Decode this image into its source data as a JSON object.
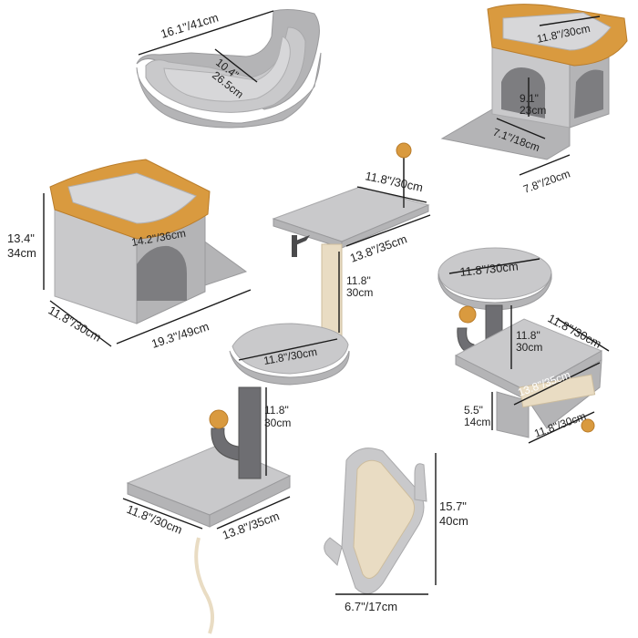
{
  "colors": {
    "plush": "#c9c9cb",
    "plush_dark": "#b4b4b6",
    "accent_orange": "#d99a3f",
    "sisal": "#e9dcc3"
  },
  "labels": {
    "bed_width": "16.1\"/41cm",
    "bed_depth_in": "10.4\"",
    "bed_depth_cm": "26.5cm",
    "condo_top_width": "11.8\"/30cm",
    "condo_door_height_in": "9.1\"",
    "condo_door_height_cm": "23cm",
    "condo_door_width": "7.1\"/18cm",
    "condo_base_depth": "7.8\"/20cm",
    "house_height_in": "13.4\"",
    "house_height_cm": "34cm",
    "house_top": "14.2\"/36cm",
    "house_depth": "11.8\"/30cm",
    "house_base_width": "19.3\"/49cm",
    "shelf_top_width": "11.8\"/30cm",
    "shelf_top_depth": "13.8\"/35cm",
    "post_height_in": "11.8\"",
    "post_height_cm": "30cm",
    "hammock_width": "11.8\"/30cm",
    "cactus_post_in": "11.8\"",
    "cactus_post_cm": "30cm",
    "base_depth": "11.8\"/30cm",
    "base_width": "13.8\"/35cm",
    "right_top_platform": "11.8\"/30cm",
    "right_platform_side": "11.8\"/30cm",
    "right_cactus_in": "11.8\"",
    "right_cactus_cm": "30cm",
    "right_platform_width": "13.8\"/35cm",
    "right_height_in": "5.5\"",
    "right_height_cm": "14cm",
    "roller_width": "11.8\"/30cm",
    "scratcher_height_in": "15.7\"",
    "scratcher_height_cm": "40cm",
    "scratcher_width": "6.7\"/17cm"
  }
}
